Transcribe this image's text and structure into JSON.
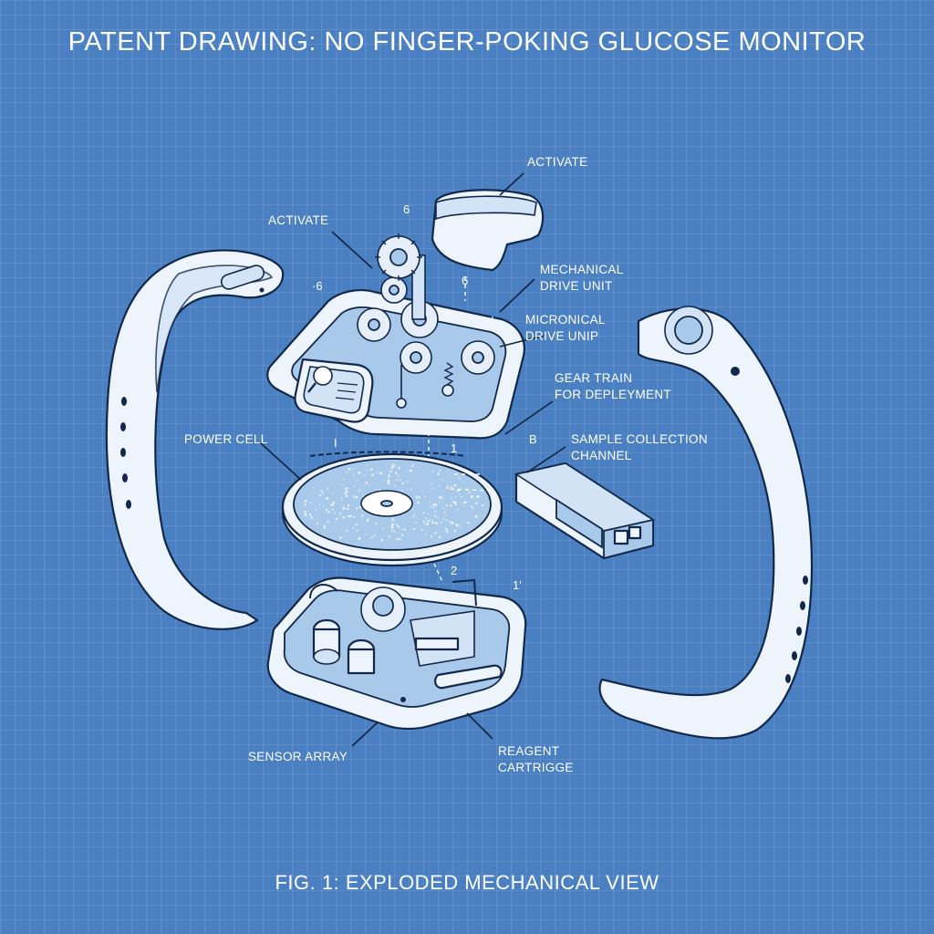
{
  "title": "PATENT DRAWING: NO FINGER-POKING GLUCOSE MONITOR",
  "caption": "FIG. 1: EXPLODED MECHANICAL VIEW",
  "labels": {
    "activate_top": "ACTIVATE",
    "activate_left": "ACTIVATE",
    "mechanical_drive_1": "MECHANICAL",
    "mechanical_drive_2": "DRIVE UNIT",
    "micronical_drive_1": "MICRONICAL",
    "micronical_drive_2": "DRIVE UNIP",
    "gear_train_1": "GEAR TRAIN",
    "gear_train_2": "FOR DEPLEYMENT",
    "sample_collection_1": "SAMPLE COLLECTION",
    "sample_collection_2": "CHANNEL",
    "power_cell": "POWER CELL",
    "sensor_array": "SENSOR ARRAY",
    "reagent_cartridge_1": "REAGENT",
    "reagent_cartridge_2": "CARTRIGGE"
  },
  "ref_marks": {
    "m1": "6",
    "m2": "·6",
    "m3": "6",
    "m4": "I",
    "m5": "B",
    "m6": "I",
    "m7": "1",
    "m8": "2",
    "m9": "1'"
  },
  "colors": {
    "background": "#4a80c2",
    "outline": "#12284a",
    "part_fill": "#eef4fc",
    "recess_fill": "#a9c9ea"
  }
}
